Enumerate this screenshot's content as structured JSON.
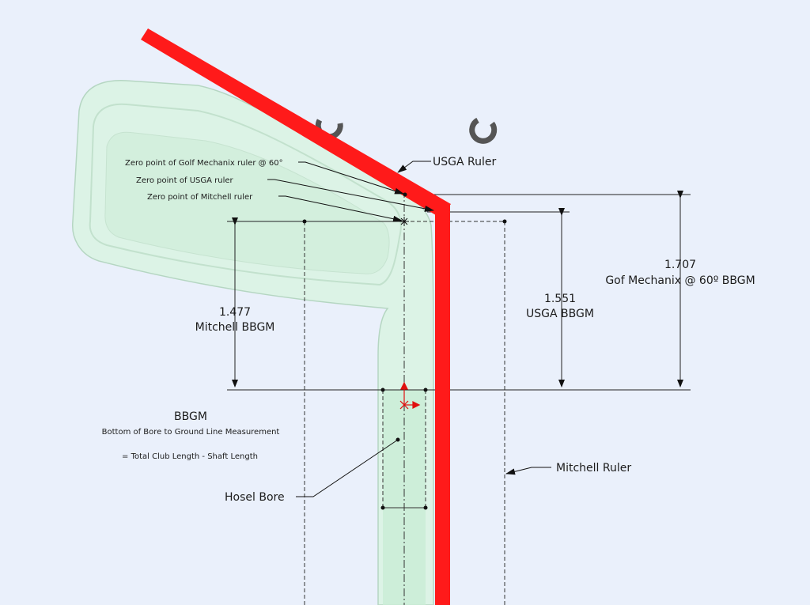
{
  "colors": {
    "background": "#eaf0fb",
    "club": "#dcf3e6",
    "club_edge": "#b7d8c4",
    "ruler": "#ff1a1a",
    "line": "#222222"
  },
  "labels": {
    "zero_golf_mechanix": "Zero point of Golf Mechanix ruler @ 60°",
    "zero_usga": "Zero point of USGA ruler",
    "zero_mitchell": "Zero point of Mitchell ruler",
    "usga_ruler": "USGA Ruler",
    "mitchell_ruler": "Mitchell Ruler",
    "hosel_bore": "Hosel Bore",
    "bbgm_title": "BBGM",
    "bbgm_sub": "Bottom of Bore to Ground Line Measurement",
    "bbgm_formula": "= Total Club Length - Shaft Length"
  },
  "dimensions": {
    "mitchell": {
      "value": "1.477",
      "name": "Mitchell BBGM"
    },
    "usga": {
      "value": "1.551",
      "name": "USGA BBGM"
    },
    "golf_mechanix": {
      "value": "1.707",
      "name": "Gof Mechanix @ 60º BBGM"
    }
  }
}
